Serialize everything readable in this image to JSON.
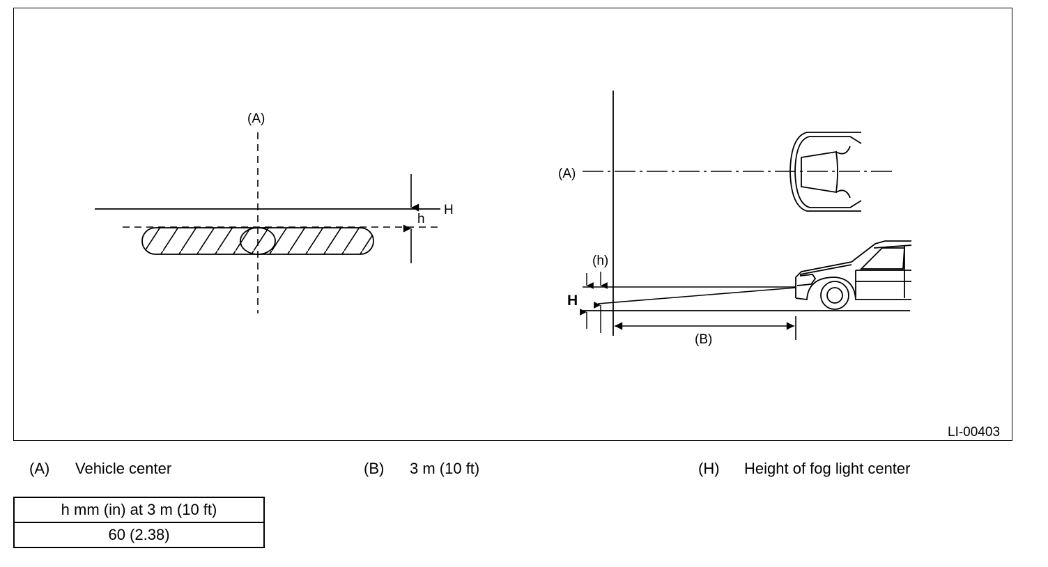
{
  "figure": {
    "id_code": "LI-00403",
    "left_view": {
      "label_a": "(A)",
      "label_H": "H",
      "label_h": "h"
    },
    "right_view": {
      "label_a": "(A)",
      "label_h_paren": "(h)",
      "label_H": "H",
      "label_b": "(B)"
    }
  },
  "legend": [
    {
      "key": "(A)",
      "text": "Vehicle center"
    },
    {
      "key": "(B)",
      "text": "3 m (10 ft)"
    },
    {
      "key": "(H)",
      "text": "Height of fog light center"
    }
  ],
  "spec_table": {
    "header": "h mm (in) at 3 m (10 ft)",
    "value": "60 (2.38)"
  }
}
